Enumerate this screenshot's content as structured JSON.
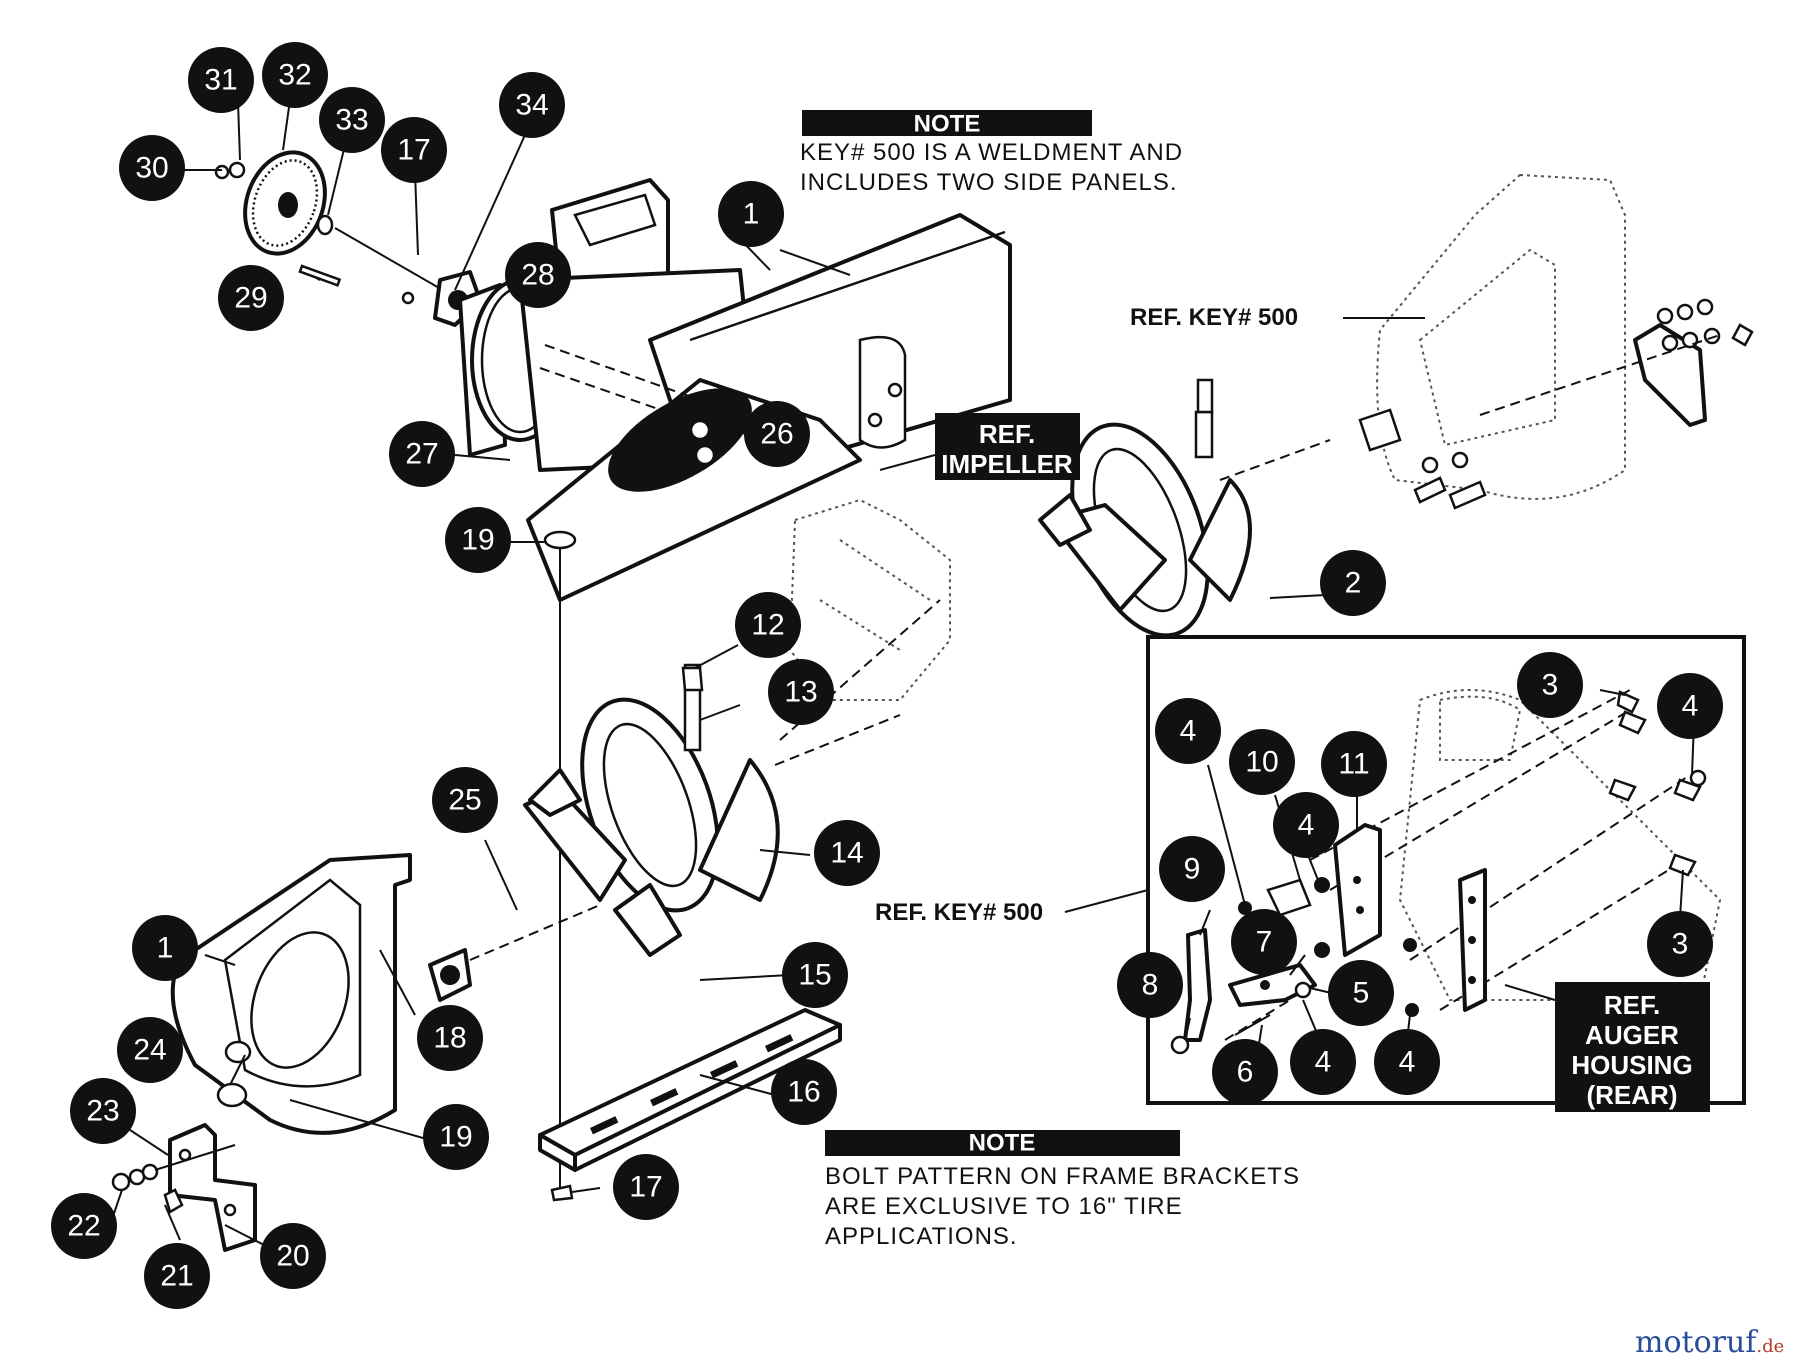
{
  "notes": [
    {
      "title": "NOTE",
      "lines": [
        "KEY# 500 IS A WELDMENT AND",
        "INCLUDES TWO SIDE PANELS."
      ]
    },
    {
      "title": "NOTE",
      "lines": [
        "BOLT PATTERN ON FRAME BRACKETS",
        "ARE EXCLUSIVE TO 16\" TIRE",
        "APPLICATIONS."
      ]
    }
  ],
  "refs": {
    "ref_key_top": "REF. KEY# 500",
    "ref_key_inset": "REF. KEY# 500",
    "ref_impeller": [
      "REF.",
      "IMPELLER"
    ],
    "ref_auger_housing": [
      "REF.",
      "AUGER",
      "HOUSING",
      "(REAR)"
    ]
  },
  "callouts": [
    "31",
    "32",
    "30",
    "33",
    "17",
    "34",
    "29",
    "28",
    "1",
    "26",
    "27",
    "19",
    "2",
    "12",
    "13",
    "25",
    "14",
    "1",
    "24",
    "15",
    "18",
    "19",
    "16",
    "23",
    "22",
    "20",
    "21",
    "17",
    "4",
    "10",
    "11",
    "3",
    "4",
    "4",
    "9",
    "7",
    "8",
    "5",
    "6",
    "4",
    "4",
    "3"
  ],
  "watermark": {
    "part1": "motoruf",
    "part2": ".de",
    "color1": "#2a4e9a",
    "color2": "#b33a2a"
  }
}
